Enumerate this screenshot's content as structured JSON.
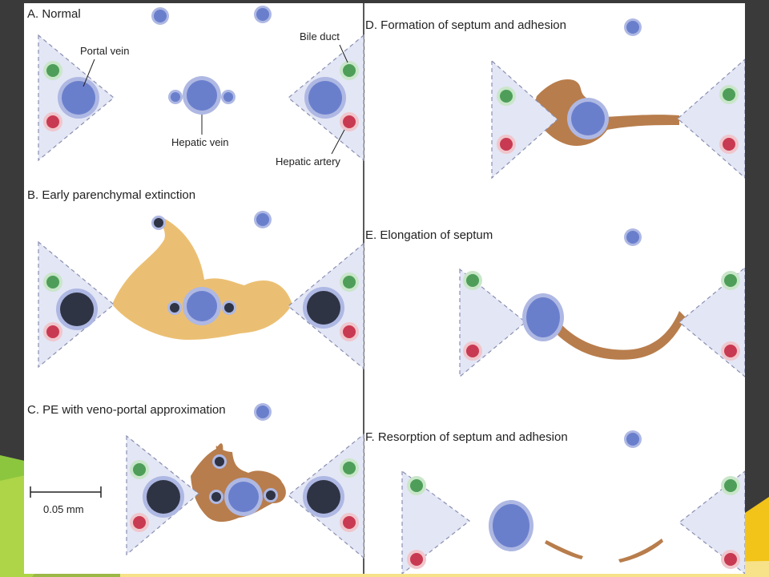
{
  "panels": {
    "a": {
      "title": "A. Normal",
      "portal_vein": "Portal vein",
      "hepatic_vein": "Hepatic vein",
      "bile_duct": "Bile duct",
      "hepatic_artery": "Hepatic artery"
    },
    "b": {
      "title": "B. Early parenchymal extinction"
    },
    "c": {
      "title": "C. PE with veno-portal approximation",
      "scale_bar": "0.05 mm"
    },
    "d": {
      "title": "D. Formation of septum and adhesion"
    },
    "e": {
      "title": "E. Elongation of septum"
    },
    "f": {
      "title": "F. Resorption of septum and adhesion"
    }
  },
  "colors": {
    "portal_triad_fill": "#e3e6f5",
    "vein_blue": "#6a7fcc",
    "vein_ring": "#aeb8e3",
    "vein_dark": "#2f3445",
    "bile_duct_green": "#4e9e5a",
    "artery_red": "#c83a52",
    "extinction_gold": "#e8b45a",
    "septum_brown": "#b87d4c"
  }
}
